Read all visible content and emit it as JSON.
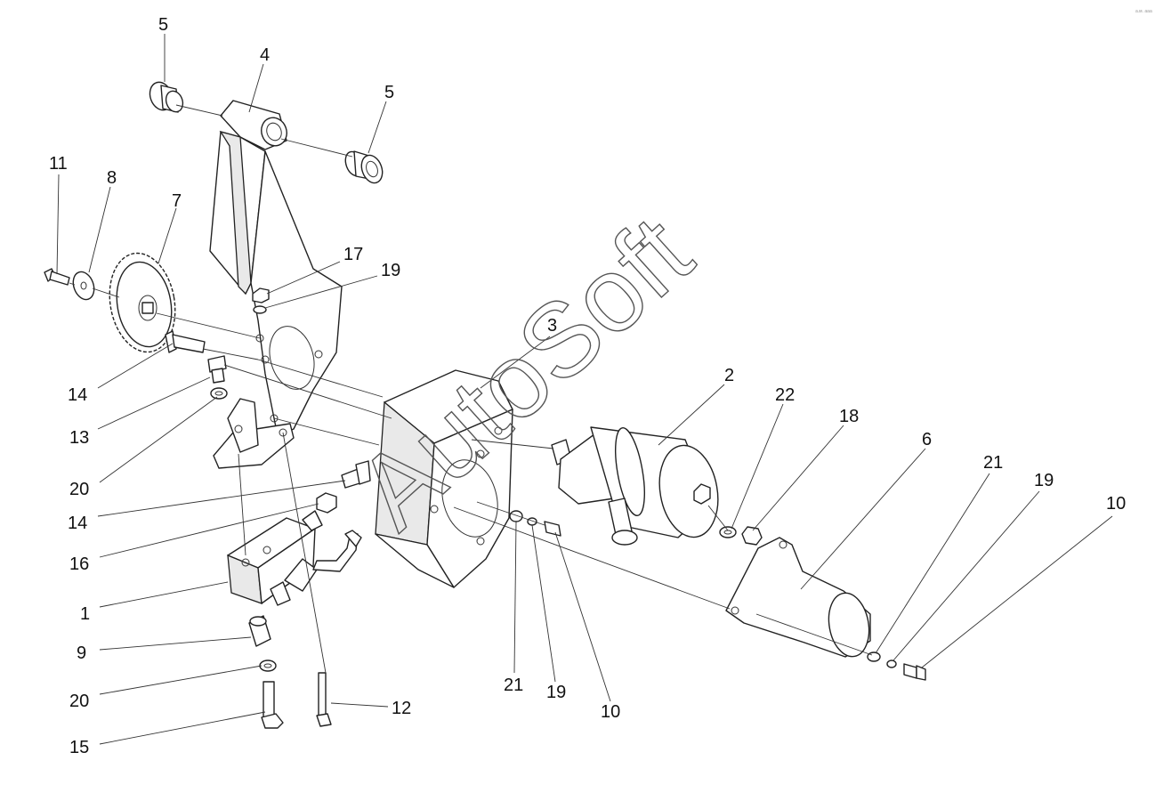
{
  "watermark": "AutoSoft",
  "corner_mark": "а.м. ааа",
  "callouts": [
    {
      "id": "c-5a",
      "text": "5"
    },
    {
      "id": "c-4",
      "text": "4"
    },
    {
      "id": "c-5b",
      "text": "5"
    },
    {
      "id": "c-11",
      "text": "11"
    },
    {
      "id": "c-8",
      "text": "8"
    },
    {
      "id": "c-7",
      "text": "7"
    },
    {
      "id": "c-17",
      "text": "17"
    },
    {
      "id": "c-19a",
      "text": "19"
    },
    {
      "id": "c-3",
      "text": "3"
    },
    {
      "id": "c-2",
      "text": "2"
    },
    {
      "id": "c-22",
      "text": "22"
    },
    {
      "id": "c-18",
      "text": "18"
    },
    {
      "id": "c-6",
      "text": "6"
    },
    {
      "id": "c-21a",
      "text": "21"
    },
    {
      "id": "c-19b",
      "text": "19"
    },
    {
      "id": "c-10a",
      "text": "10"
    },
    {
      "id": "c-14a",
      "text": "14"
    },
    {
      "id": "c-13",
      "text": "13"
    },
    {
      "id": "c-20a",
      "text": "20"
    },
    {
      "id": "c-14b",
      "text": "14"
    },
    {
      "id": "c-16",
      "text": "16"
    },
    {
      "id": "c-1",
      "text": "1"
    },
    {
      "id": "c-9",
      "text": "9"
    },
    {
      "id": "c-20b",
      "text": "20"
    },
    {
      "id": "c-15",
      "text": "15"
    },
    {
      "id": "c-12",
      "text": "12"
    },
    {
      "id": "c-21b",
      "text": "21"
    },
    {
      "id": "c-19c",
      "text": "19"
    },
    {
      "id": "c-10b",
      "text": "10"
    }
  ]
}
